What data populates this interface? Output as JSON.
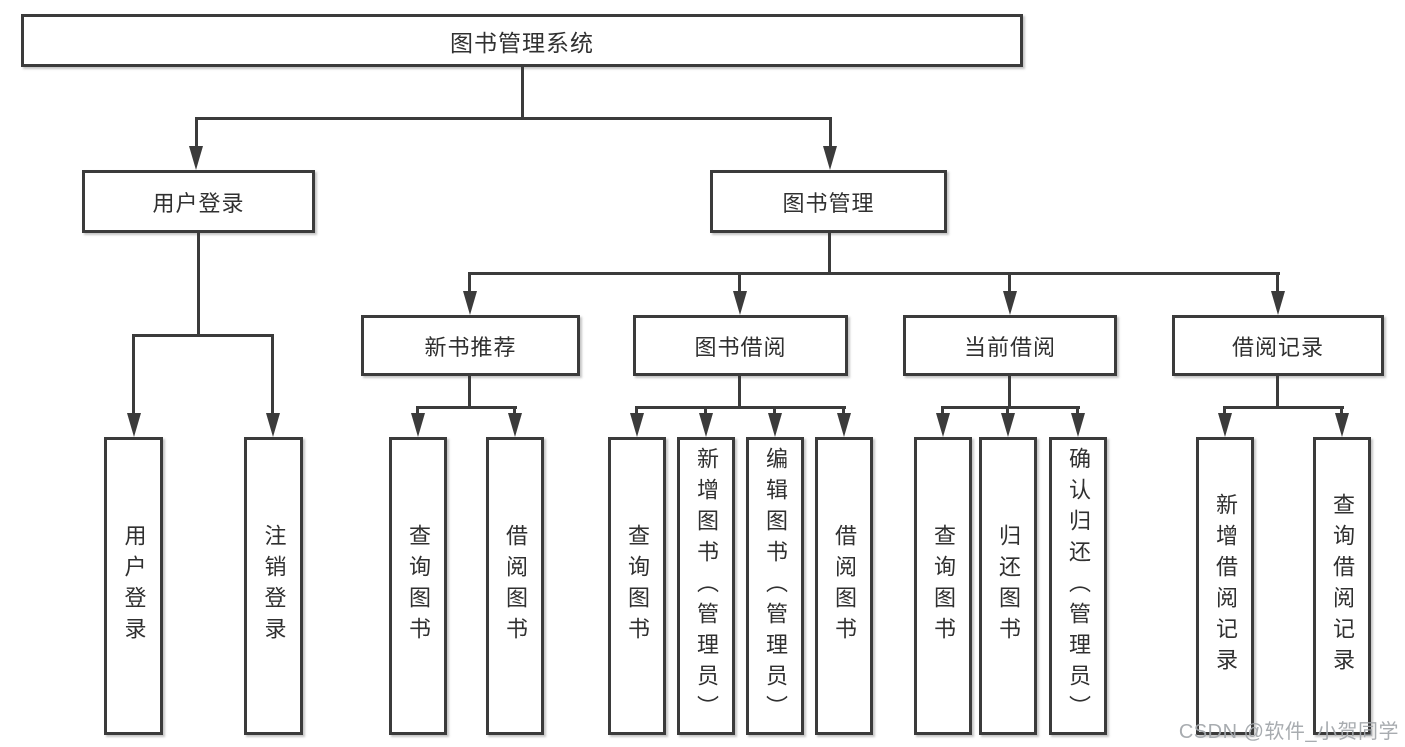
{
  "colors": {
    "line": "#3b3b3b",
    "box_border": "#3b3b3b",
    "text": "#303030",
    "watermark": "#a3a8ac",
    "background": "#ffffff"
  },
  "tree": {
    "root": "图书管理系统",
    "user_login": {
      "label": "用户登录",
      "children": [
        "用户登录",
        "注销登录"
      ]
    },
    "book_mgmt": {
      "label": "图书管理",
      "sections": [
        {
          "label": "新书推荐",
          "children": [
            "查询图书",
            "借阅图书"
          ]
        },
        {
          "label": "图书借阅",
          "children": [
            "查询图书",
            "新增图书（管理员）",
            "编辑图书（管理员）",
            "借阅图书"
          ]
        },
        {
          "label": "当前借阅",
          "children": [
            "查询图书",
            "归还图书",
            "确认归还（管理员）"
          ]
        },
        {
          "label": "借阅记录",
          "children": [
            "新增借阅记录",
            "查询借阅记录"
          ]
        }
      ]
    }
  },
  "watermark": {
    "text": "CSDN @软件_小贺同学"
  }
}
